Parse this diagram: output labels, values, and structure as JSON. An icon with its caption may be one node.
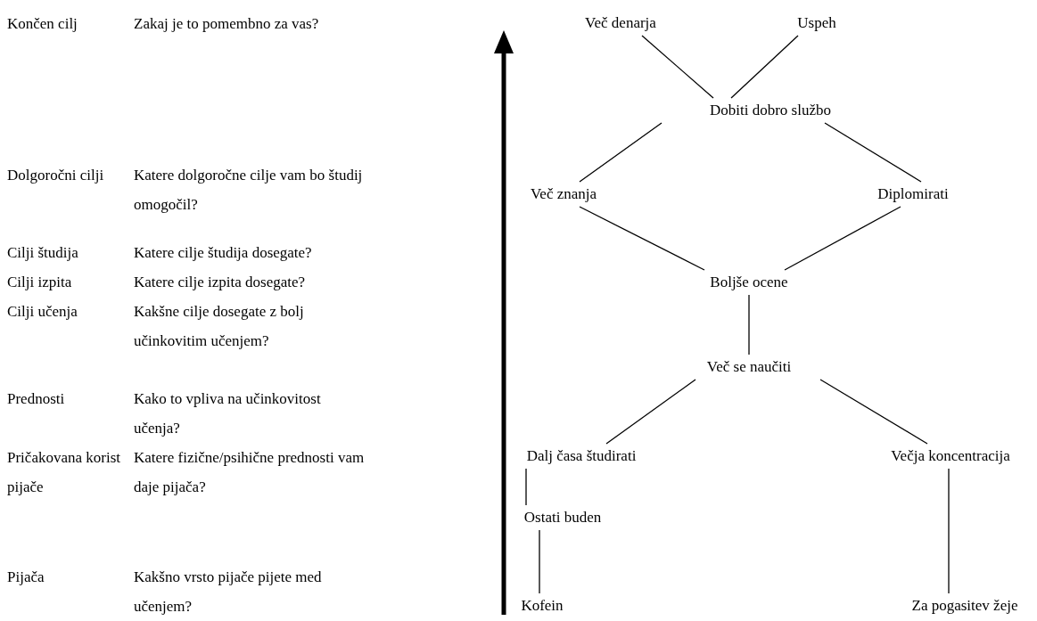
{
  "diagram": {
    "nodes": [
      {
        "text": [
          "Več denarja"
        ]
      },
      {
        "text": [
          "Uspeh"
        ]
      },
      {
        "text": [
          "Dobiti dobro službo"
        ]
      },
      {
        "text": [
          "Več znanja"
        ]
      },
      {
        "text": [
          "Diplomirati"
        ]
      },
      {
        "text": [
          "Boljše ocene"
        ]
      },
      {
        "text": [
          "Več se naučiti"
        ]
      },
      {
        "text": [
          "Dalj časa študirati"
        ]
      },
      {
        "text": [
          "Večja koncentracija"
        ]
      },
      {
        "text": [
          "Ostati buden"
        ]
      },
      {
        "text": [
          "Kofein"
        ]
      },
      {
        "text": [
          "Za pogasitev žeje"
        ]
      }
    ],
    "edges": [
      {
        "from": 0,
        "to": 2,
        "arrow": "none"
      },
      {
        "from": 1,
        "to": 2,
        "arrow": "none"
      },
      {
        "from": 2,
        "to": 3,
        "arrow": "none"
      },
      {
        "from": 2,
        "to": 4,
        "arrow": "none"
      },
      {
        "from": 3,
        "to": 5,
        "arrow": "none"
      },
      {
        "from": 4,
        "to": 5,
        "arrow": "none"
      },
      {
        "from": 5,
        "to": 6,
        "arrow": "none"
      },
      {
        "from": 6,
        "to": 7,
        "arrow": "none"
      },
      {
        "from": 6,
        "to": 8,
        "arrow": "none"
      },
      {
        "from": 7,
        "to": 9,
        "arrow": "none"
      },
      {
        "from": 9,
        "to": 10,
        "arrow": "none"
      },
      {
        "from": 8,
        "to": 11,
        "arrow": "none"
      }
    ],
    "labels": [
      "Končen cilj",
      "Zakaj je to pomembno za vas?",
      "Dolgoročni cilji",
      "Katere dolgoročne cilje vam bo študij omogočil?",
      "Cilji študija",
      "Katere cilje študija dosegate?",
      "Cilji izpita",
      "Katere cilje izpita dosegate?",
      "Cilji učenja",
      "Kakšne cilje dosegate z bolj učinkovitim učenjem?",
      "Prednosti",
      "Kako to vpliva na učinkovitost učenja?",
      "Pričakovana korist pijače",
      "Katere fizične/psihične prednosti vam daje pijača?",
      "Pijača",
      "Kakšno vrsto pijače pijete med učenjem?"
    ]
  }
}
